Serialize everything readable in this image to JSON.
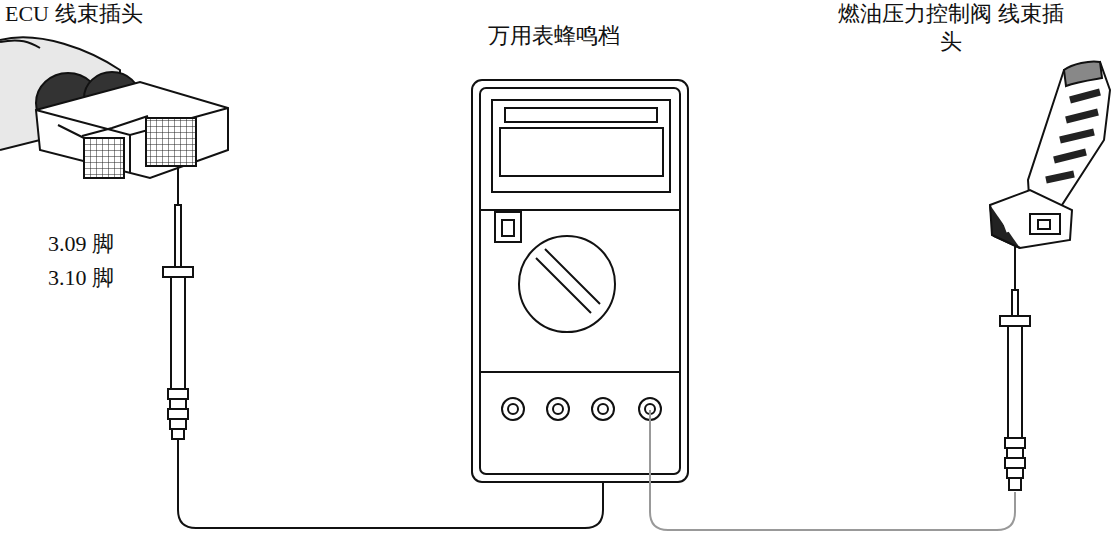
{
  "diagram": {
    "labels": [
      "ECU 线束插头",
      "万用表蜂鸣档",
      "燃油压力控制阀 线束插头",
      "3.09 脚",
      "3.10 脚"
    ]
  }
}
